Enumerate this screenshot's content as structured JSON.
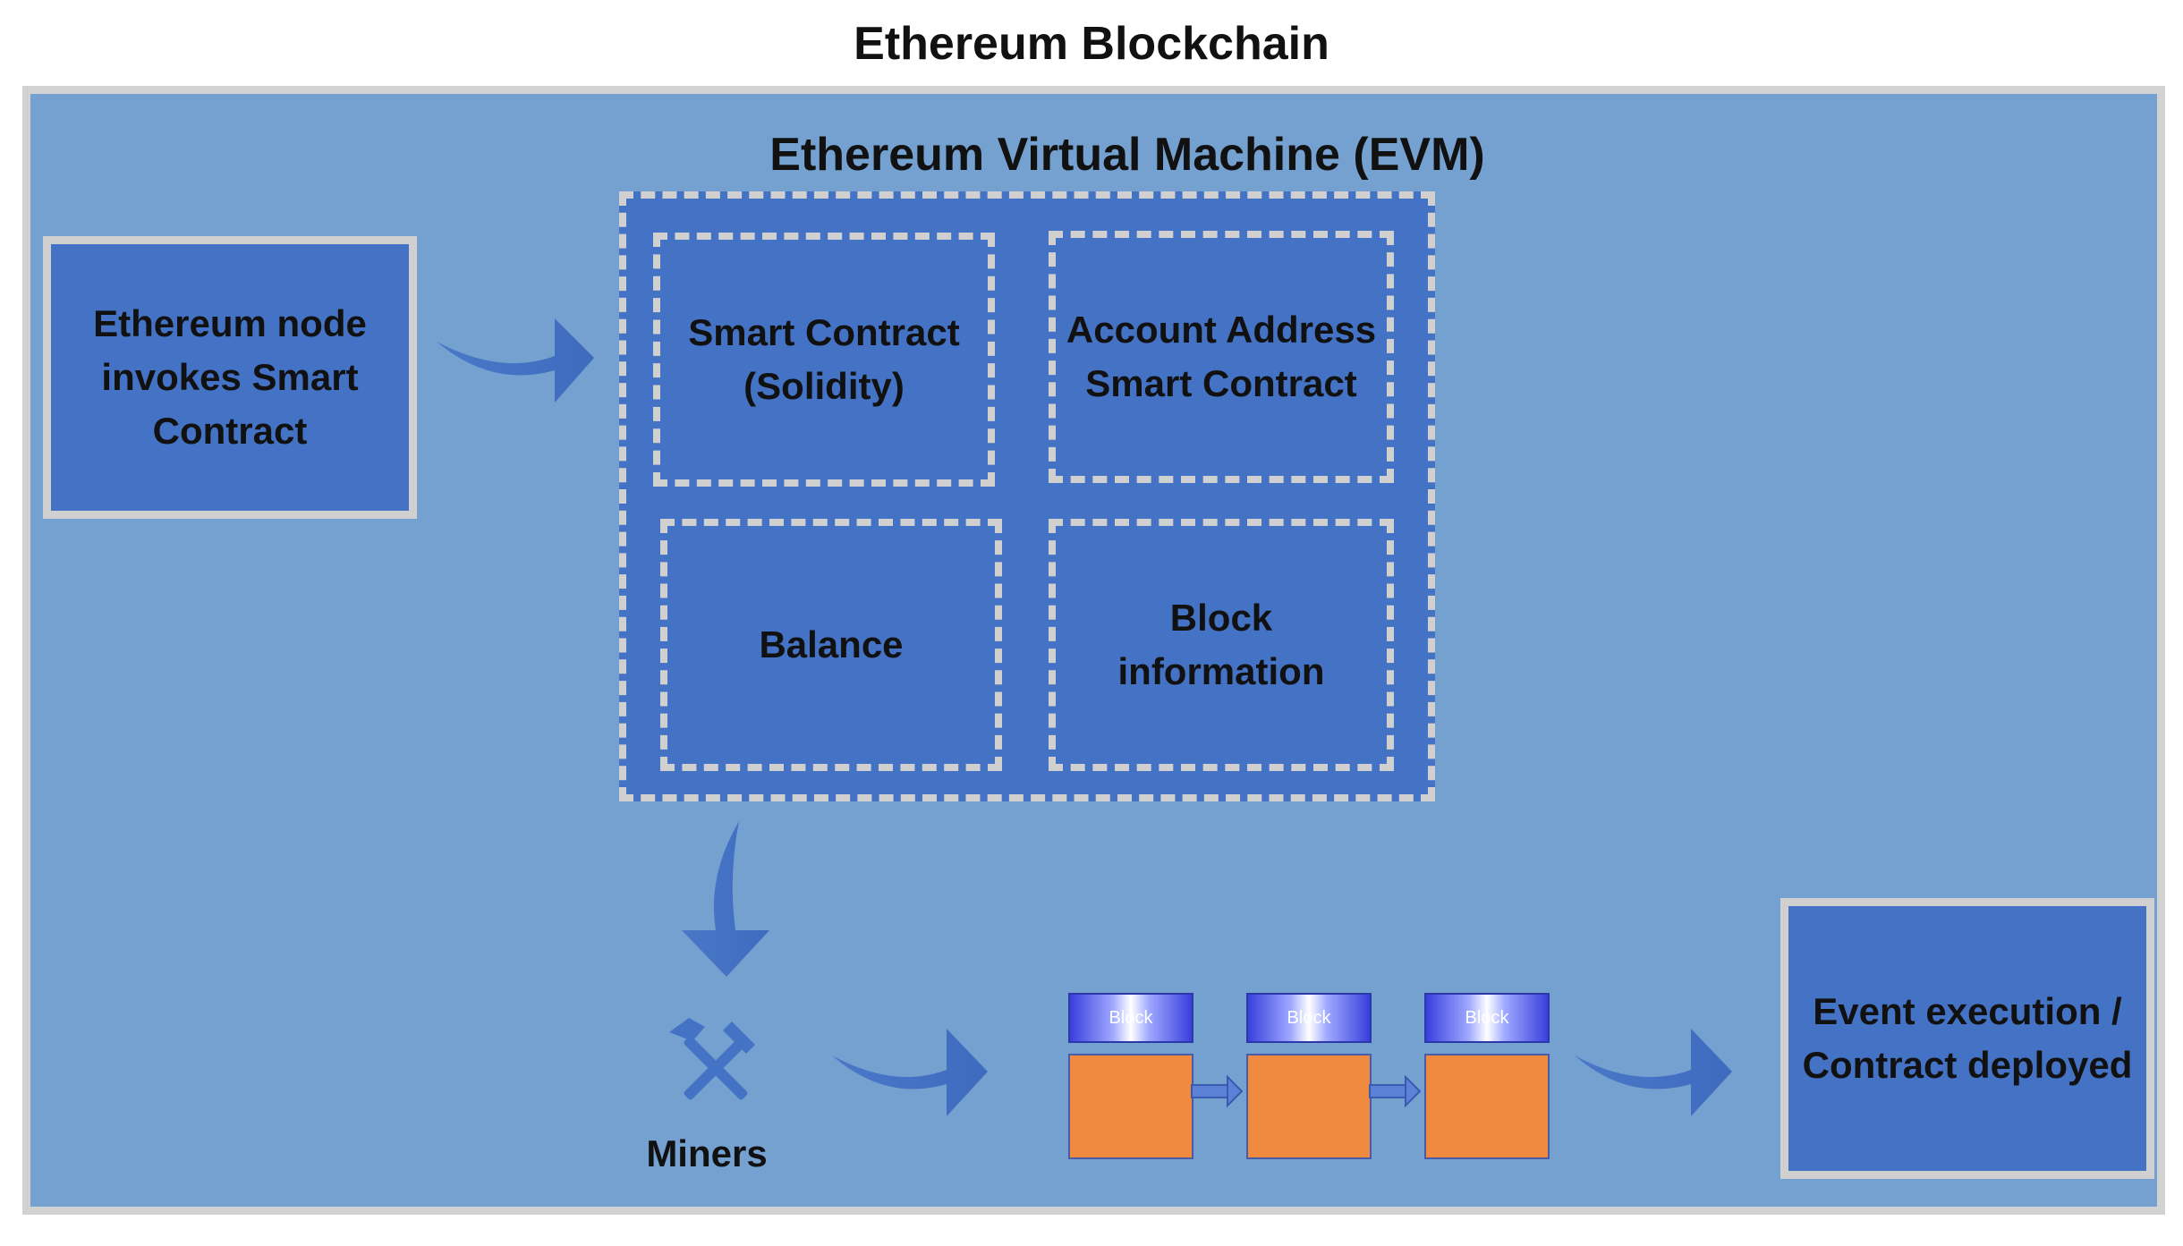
{
  "diagram": {
    "title": "Ethereum Blockchain",
    "evm_title": "Ethereum Virtual Machine (EVM)",
    "node_box": {
      "lines": [
        "Ethereum node",
        "invokes Smart",
        "Contract"
      ]
    },
    "evm_cells": [
      {
        "lines": [
          "Smart Contract",
          "(Solidity)"
        ]
      },
      {
        "lines": [
          "Account Address",
          "Smart Contract"
        ]
      },
      {
        "lines": [
          "Balance"
        ]
      },
      {
        "lines": [
          "Block",
          "information"
        ]
      }
    ],
    "miners_label": "Miners",
    "blocks": [
      {
        "label": "Block"
      },
      {
        "label": "Block"
      },
      {
        "label": "Block"
      }
    ],
    "result_box": {
      "lines": [
        "Event execution /",
        "Contract deployed"
      ]
    },
    "colors": {
      "background": "#74a1cf",
      "box_fill": "#4472c4",
      "border": "#d0d0d0",
      "block_body": "#ef8a40",
      "arrow": "#4472c4"
    },
    "icons": {
      "miners": "hammer-pick-icon"
    }
  }
}
